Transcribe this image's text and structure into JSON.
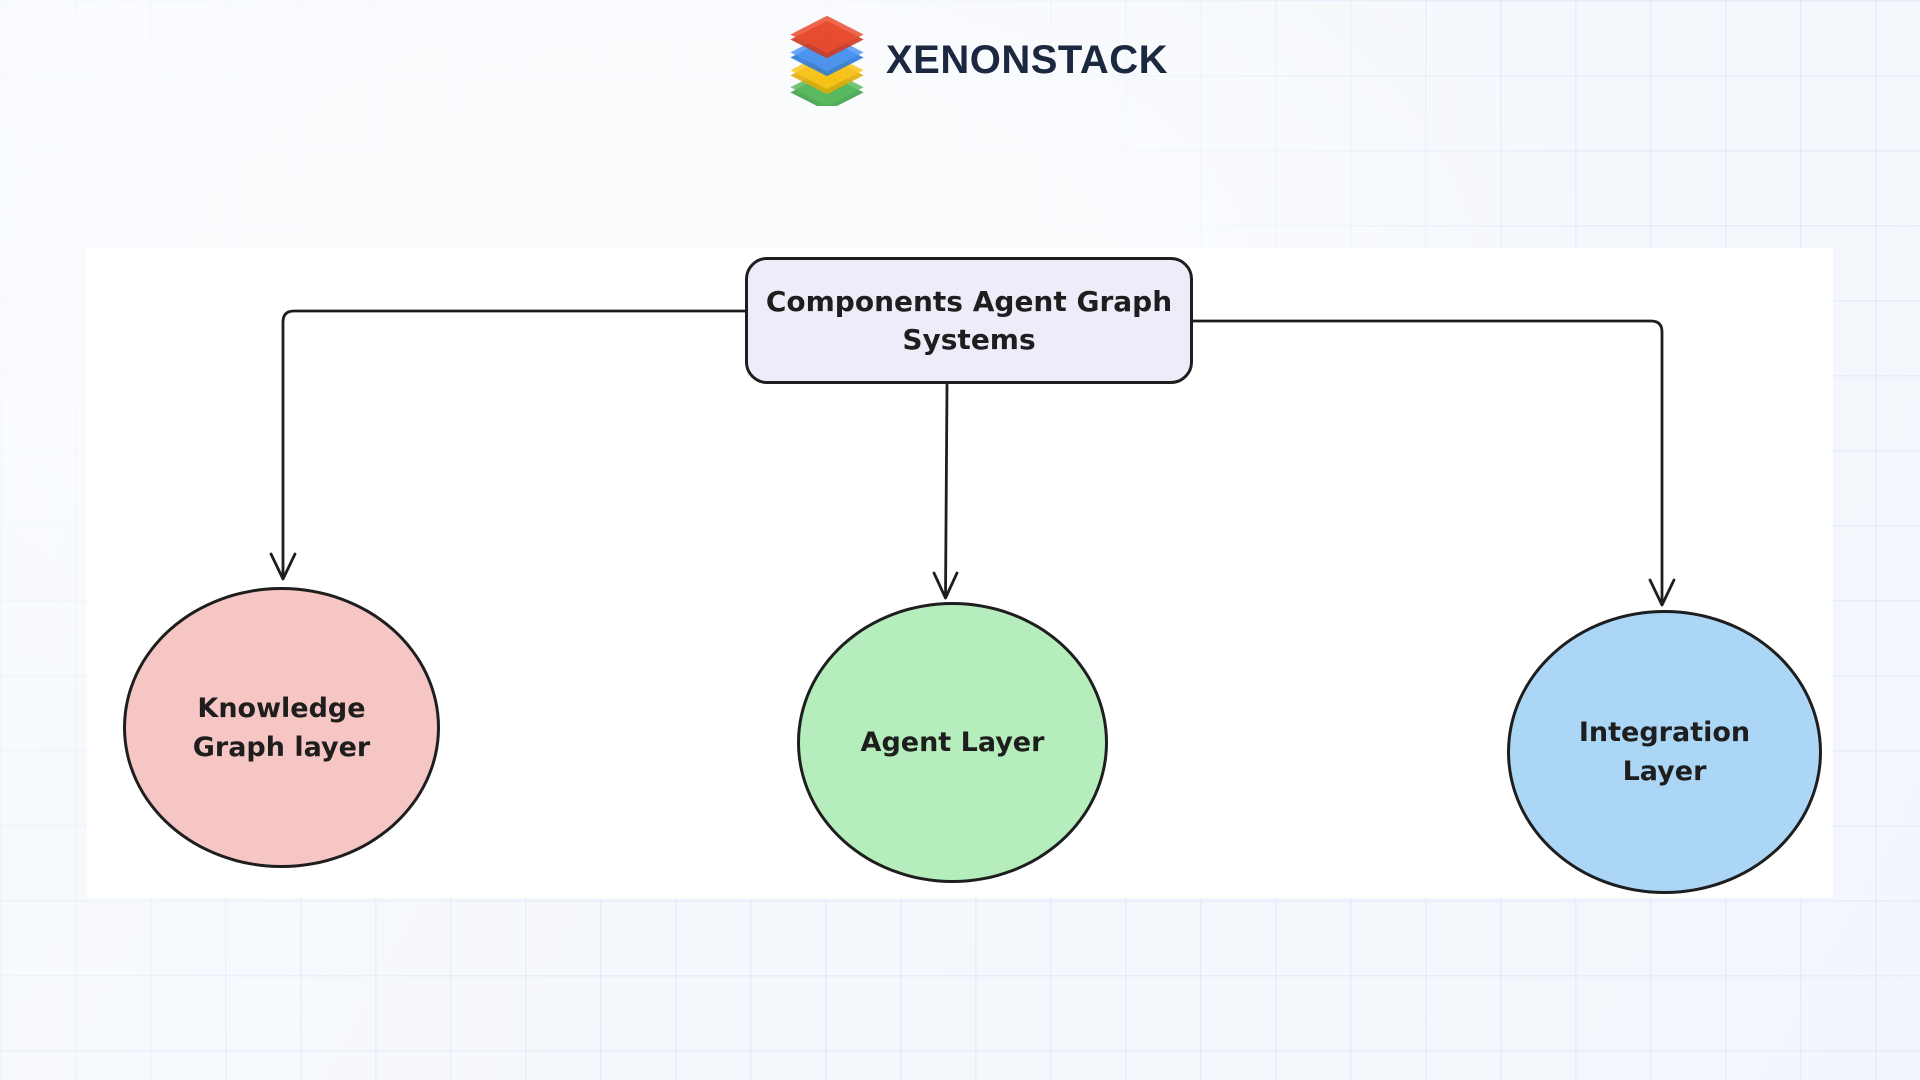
{
  "header": {
    "brand": "XENONSTACK",
    "logo_layer_colors": [
      "#ea4c2f",
      "#4f97f1",
      "#f9c51b",
      "#5bbb5e"
    ]
  },
  "diagram": {
    "stroke_color": "#1e1e1e",
    "canvas_color": "#ffffff",
    "root": {
      "id": "root",
      "shape": "rounded-rectangle",
      "label": "Components Agent Graph Systems",
      "lines": [
        "Components Agent Graph",
        "Systems"
      ],
      "fill": "#efecf9"
    },
    "nodes": [
      {
        "id": "knowledge-graph-layer",
        "shape": "ellipse",
        "label": "Knowledge Graph layer",
        "lines": [
          "Knowledge",
          "Graph layer"
        ],
        "fill": "#f5c6c3"
      },
      {
        "id": "agent-layer",
        "shape": "ellipse",
        "label": "Agent Layer",
        "lines": [
          "Agent Layer"
        ],
        "fill": "#b5eebc"
      },
      {
        "id": "integration-layer",
        "shape": "ellipse",
        "label": "Integration Layer",
        "lines": [
          "Integration",
          "Layer"
        ],
        "fill": "#abd6f5"
      }
    ],
    "edges": [
      {
        "from": "root",
        "to": "knowledge-graph-layer"
      },
      {
        "from": "root",
        "to": "agent-layer"
      },
      {
        "from": "root",
        "to": "integration-layer"
      }
    ]
  }
}
